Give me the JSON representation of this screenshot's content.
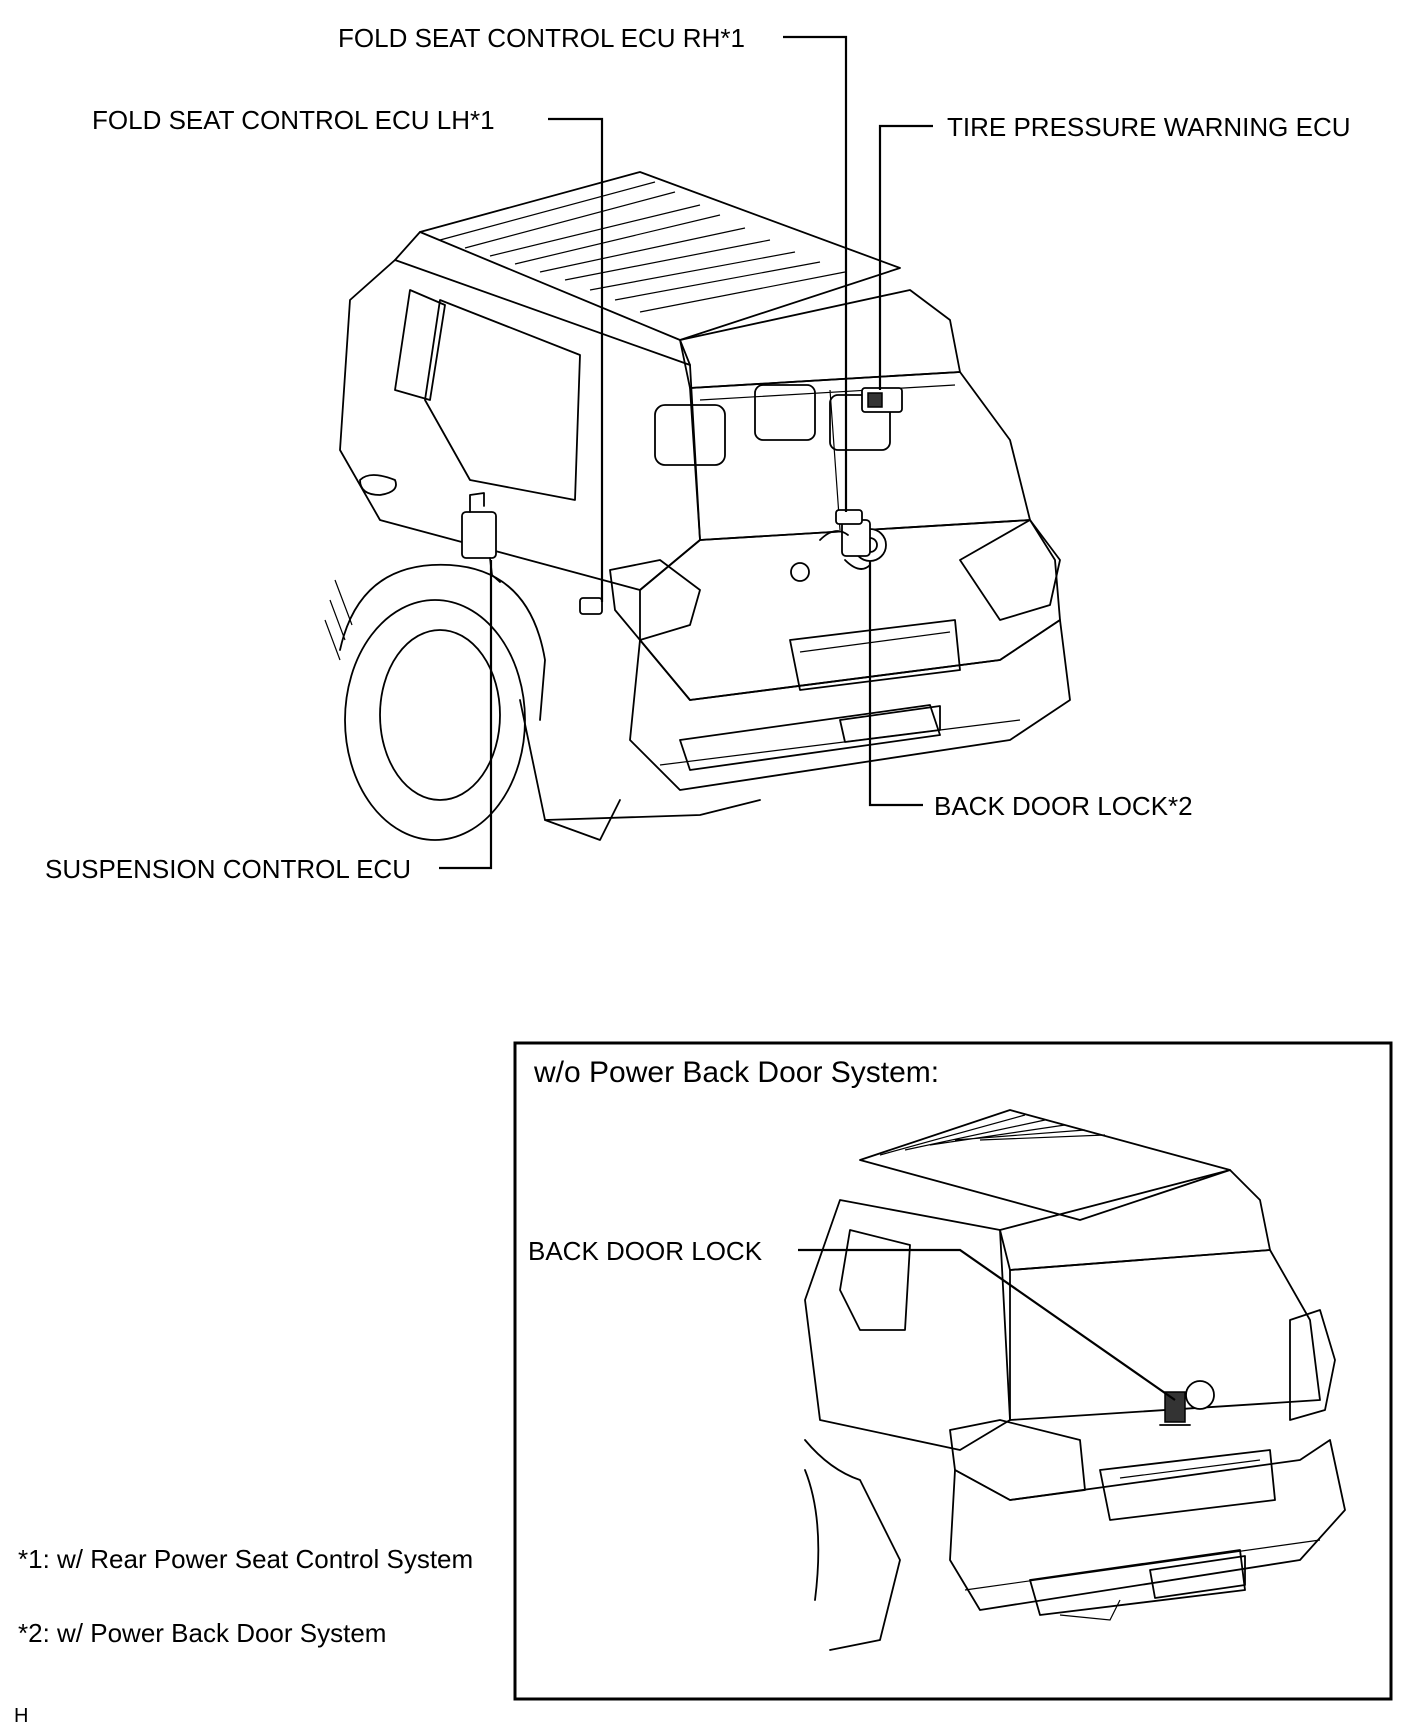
{
  "callouts": {
    "fold_seat_rh": "FOLD SEAT CONTROL ECU RH*1",
    "fold_seat_lh": "FOLD SEAT CONTROL ECU LH*1",
    "tire_pressure": "TIRE PRESSURE WARNING ECU",
    "back_door_lock_power": "BACK DOOR LOCK*2",
    "suspension": "SUSPENSION CONTROL ECU"
  },
  "inset": {
    "title": "w/o Power Back Door System:",
    "back_door_lock": "BACK DOOR LOCK"
  },
  "notes": {
    "note1": "*1: w/ Rear Power Seat Control System",
    "note2": "*2: w/ Power Back Door System"
  },
  "corner_mark": "H"
}
